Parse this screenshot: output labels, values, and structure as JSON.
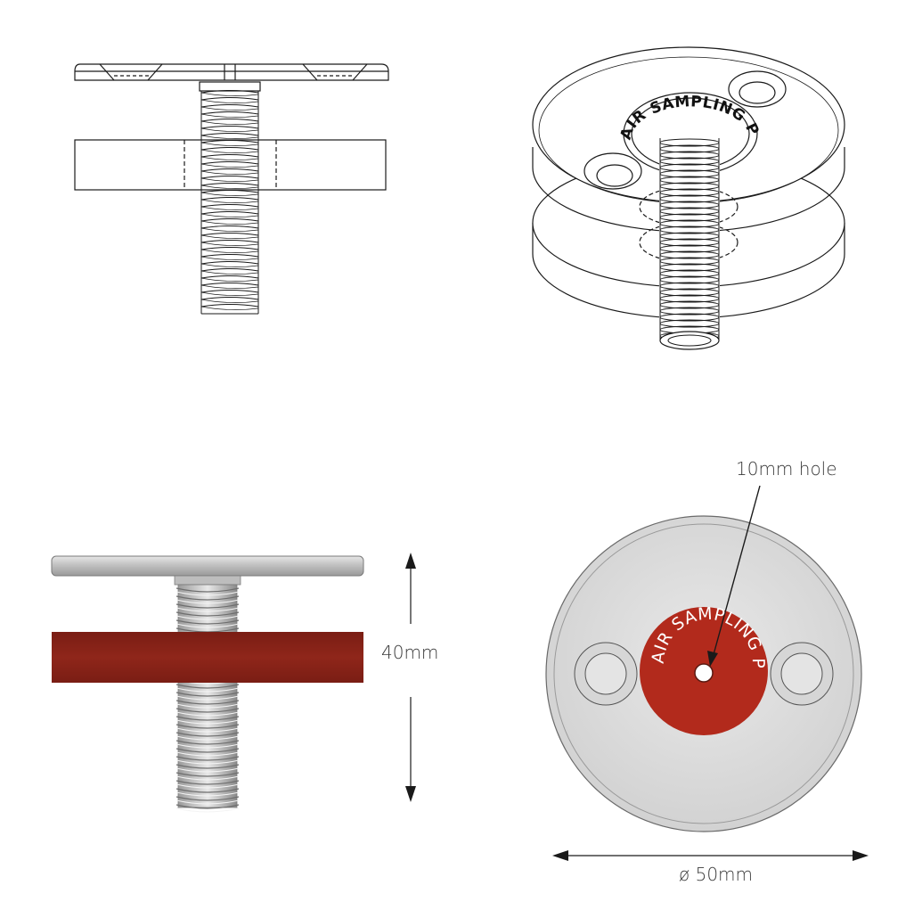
{
  "labels": {
    "hole": "10mm hole",
    "height": "40mm",
    "diameter": "ø 50mm",
    "ring_text_iso": "AIR SAMPLING POINT",
    "ring_text_top": "AIR SAMPLING POINT"
  },
  "colors": {
    "line": "#1a1a1a",
    "badge_red": "#b22a1c",
    "plate_red": "#8a2318",
    "metal_light": "#dcdcdc",
    "metal_mid": "#bdbdbd",
    "metal_dark": "#8e8e8e"
  }
}
